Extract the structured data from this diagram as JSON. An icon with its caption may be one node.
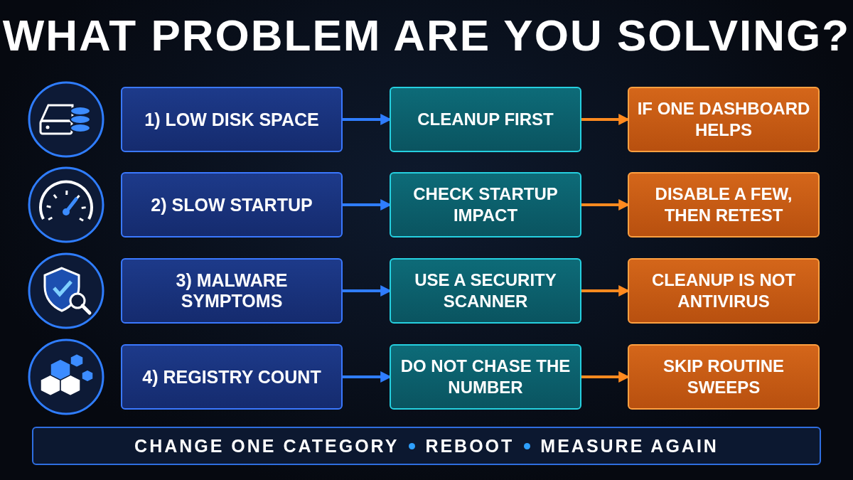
{
  "diagram": {
    "title": "WHAT **PROBLEM** ARE YOU SOLVING?",
    "nodes": [
      {
        "text": [
          "1) LOW DISK SPACE"
        ]
      },
      {
        "text": [
          "CLEANUP FIRST"
        ]
      },
      {
        "text": [
          "IF ONE DASHBOARD HELPS"
        ]
      },
      {
        "text": [
          "2) SLOW STARTUP"
        ]
      },
      {
        "text": [
          "CHECK STARTUP IMPACT"
        ]
      },
      {
        "text": [
          "DISABLE A FEW, THEN RETEST"
        ]
      },
      {
        "text": [
          "3) MALWARE SYMPTOMS"
        ]
      },
      {
        "text": [
          "USE A SECURITY SCANNER"
        ]
      },
      {
        "text": [
          "CLEANUP IS NOT ANTIVIRUS"
        ]
      },
      {
        "text": [
          "4) REGISTRY COUNT"
        ]
      },
      {
        "text": [
          "DO NOT CHASE THE NUMBER"
        ]
      },
      {
        "text": [
          "SKIP ROUTINE SWEEPS"
        ]
      },
      {
        "text": [
          "CHANGE ONE CATEGORY",
          "REBOOT",
          "MEASURE AGAIN"
        ]
      }
    ],
    "edges": [
      {
        "from": 0,
        "to": 1,
        "arrow": "to",
        "color": "#2f7dff"
      },
      {
        "from": 1,
        "to": 2,
        "arrow": "to",
        "color": "#ff8a1f"
      },
      {
        "from": 3,
        "to": 4,
        "arrow": "to",
        "color": "#2f7dff"
      },
      {
        "from": 4,
        "to": 5,
        "arrow": "to",
        "color": "#ff8a1f"
      },
      {
        "from": 6,
        "to": 7,
        "arrow": "to",
        "color": "#2f7dff"
      },
      {
        "from": 7,
        "to": 8,
        "arrow": "to",
        "color": "#ff8a1f"
      },
      {
        "from": 9,
        "to": 10,
        "arrow": "to",
        "color": "#2f7dff"
      },
      {
        "from": 10,
        "to": 11,
        "arrow": "to",
        "color": "#ff8a1f"
      }
    ]
  }
}
